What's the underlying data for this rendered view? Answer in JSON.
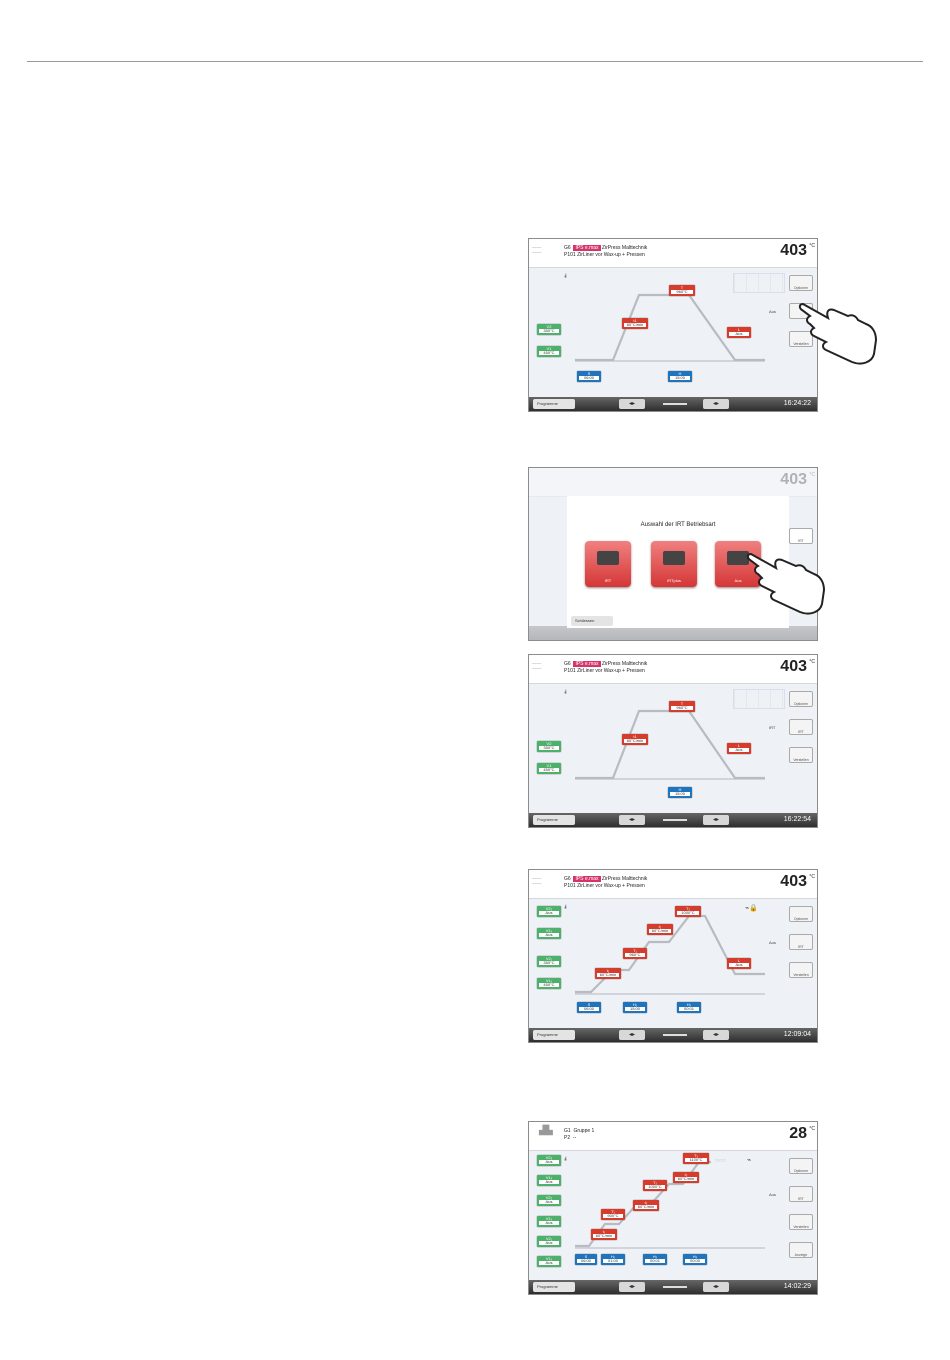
{
  "screens": [
    {
      "group": "G6",
      "tag": "IPS e.max",
      "title": "ZirPress Malttechnik",
      "program": "P101",
      "program_name": "ZirLiner vor Wax-up + Pressen",
      "temp": "403",
      "unit": "°C",
      "clock": "16:24:22",
      "footer_btn": "Programme",
      "aus": "Aus",
      "btn1": "Optionen",
      "btn3": "Verstellen",
      "left": [
        {
          "n": "V2",
          "v": "350°C"
        },
        {
          "n": "V1",
          "v": "450°C"
        }
      ],
      "red": [
        {
          "n": "T",
          "v": "960°C"
        },
        {
          "n": "t1",
          "v": "60°C/min"
        },
        {
          "n": "L",
          "v": "Aus"
        }
      ],
      "blue": [
        {
          "n": "S",
          "v": "06:00"
        },
        {
          "n": "H",
          "v": "15:00"
        }
      ]
    },
    {
      "overlay_title": "Auswahl der IRT Betriebsart",
      "opts": [
        "IRT",
        "IRTplus",
        "Aus"
      ],
      "close": "Schliessen",
      "temp": "403",
      "unit": "°C",
      "side": "IRT"
    },
    {
      "group": "G6",
      "tag": "IPS e.max",
      "title": "ZirPress Malttechnik",
      "program": "P101",
      "program_name": "ZirLiner vor Wax-up + Pressen",
      "temp": "403",
      "unit": "°C",
      "clock": "16:22:54",
      "footer_btn": "Programme",
      "aus": "IRT",
      "btn1": "Optionen",
      "btn2": "IRT",
      "btn3": "Verstellen",
      "left": [
        {
          "n": "V2",
          "v": "350°C"
        },
        {
          "n": "V1",
          "v": "450°C"
        }
      ],
      "red": [
        {
          "n": "T",
          "v": "960°C"
        },
        {
          "n": "t1",
          "v": "60°C/min"
        },
        {
          "n": "L",
          "v": "Aus"
        }
      ],
      "blue": [
        {
          "n": "H",
          "v": "15:00"
        }
      ]
    },
    {
      "group": "G6",
      "tag": "IPS e.max",
      "title": "ZirPress Malttechnik",
      "program": "P101",
      "program_name": "ZirLiner vor Wax-up + Pressen",
      "temp": "403",
      "unit": "°C",
      "clock": "12:09:04",
      "footer_btn": "Programme",
      "aus": "Aus",
      "btn1": "Optionen",
      "btn2": "IRT",
      "btn3": "Verstellen",
      "left": [
        {
          "n": "V2₂",
          "v": "Aus"
        },
        {
          "n": "V1₂",
          "v": "Aus"
        },
        {
          "n": "V2₁",
          "v": "350°C"
        },
        {
          "n": "V1₁",
          "v": "450°C"
        }
      ],
      "red": [
        {
          "n": "T₂",
          "v": "1000°C"
        },
        {
          "n": "t₂",
          "v": "60°C/min"
        },
        {
          "n": "T₁",
          "v": "960°C"
        },
        {
          "n": "t₁",
          "v": "60°C/min"
        },
        {
          "n": "L",
          "v": "Aus"
        }
      ],
      "blue": [
        {
          "n": "S",
          "v": "06:00"
        },
        {
          "n": "H₁",
          "v": "15:00"
        },
        {
          "n": "H₂",
          "v": "00:01"
        }
      ]
    },
    {
      "group": "G1",
      "tag": "",
      "title": "Gruppe 1",
      "program": "P2",
      "program_name": "--",
      "temp": "28",
      "unit": "°C",
      "clock": "14:02:29",
      "footer_btn": "Programme",
      "aus": "Aus",
      "btn1": "Optionen",
      "btn2": "IRT",
      "btn3": "Verstellen",
      "btn4": "Anzeige",
      "left": [
        {
          "n": "V2₃",
          "v": "Aus"
        },
        {
          "n": "V1₃",
          "v": "Aus"
        },
        {
          "n": "V2₂",
          "v": "Aus"
        },
        {
          "n": "V1₂",
          "v": "Aus"
        },
        {
          "n": "V2₁",
          "v": "Aus"
        },
        {
          "n": "V1₁",
          "v": "Aus"
        }
      ],
      "red": [
        {
          "n": "T₃",
          "v": "1100°C"
        },
        {
          "n": "t₃",
          "v": "60°C/min"
        },
        {
          "n": "T₂",
          "v": "1000°C"
        },
        {
          "n": "t₂",
          "v": "60°C/min"
        },
        {
          "n": "T₁",
          "v": "900°C"
        },
        {
          "n": "t₁",
          "v": "60°C/min"
        }
      ],
      "blue": [
        {
          "n": "S",
          "v": "06:00"
        },
        {
          "n": "H₁",
          "v": "01:00"
        },
        {
          "n": "H₂",
          "v": "00:01"
        },
        {
          "n": "H₃",
          "v": "00:00"
        }
      ]
    }
  ]
}
